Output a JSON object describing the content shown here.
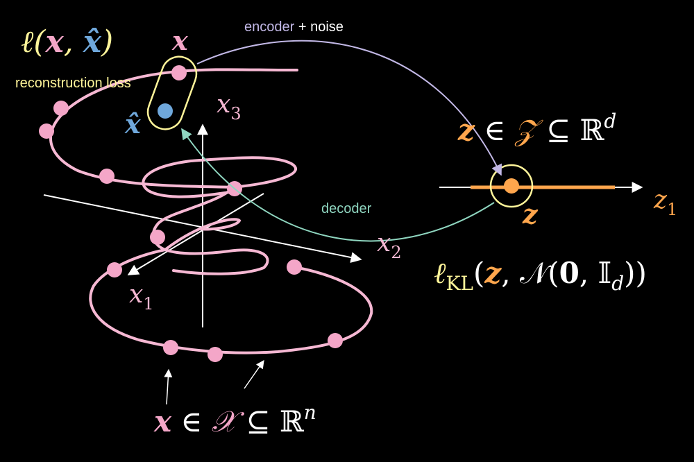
{
  "labels": {
    "loss_ell": "ℓ(",
    "loss_x": "x",
    "loss_comma": ", ",
    "loss_xhat": "x̂",
    "loss_close": ")",
    "x_top": "x",
    "reconstruction_loss": "reconstruction loss",
    "x_hat": "x̂",
    "encoder_word": "encoder",
    "encoder_rest": " + noise",
    "decoder": "decoder",
    "axis_x3": "x",
    "axis_x3_sub": "3",
    "axis_x2": "x",
    "axis_x2_sub": "2",
    "axis_x1": "x",
    "axis_x1_sub": "1",
    "latent_set_z": "z",
    "latent_set_in": " ∈ ",
    "latent_set_Z": "𝒵",
    "latent_set_sub": " ⊆ ℝ",
    "latent_set_sup": "d",
    "axis_z1": "z",
    "axis_z1_sub": "1",
    "z_point": "z",
    "kl_ell": "ℓ",
    "kl_sub": "KL",
    "kl_open": "(",
    "kl_z": "z",
    "kl_rest": ", 𝒩(",
    "kl_zero": "0",
    "kl_comma": ", ",
    "kl_I": "𝕀",
    "kl_I_sub": "d",
    "kl_close": "))",
    "data_set_x": "x",
    "data_set_in": " ∈ ",
    "data_set_X": "𝒳",
    "data_set_sub": " ⊆ ℝ",
    "data_set_sup": "n"
  },
  "colors": {
    "background": "#000000",
    "manifold": "#f6b8d3",
    "data_point": "#f4a6c8",
    "reconstruction": "#6fa8dc",
    "loss_yellow": "#fff59a",
    "latent_orange": "#ffa64d",
    "encoder_arrow": "#c2b8e6",
    "decoder_arrow": "#8fd6c0",
    "axes": "#ffffff"
  }
}
